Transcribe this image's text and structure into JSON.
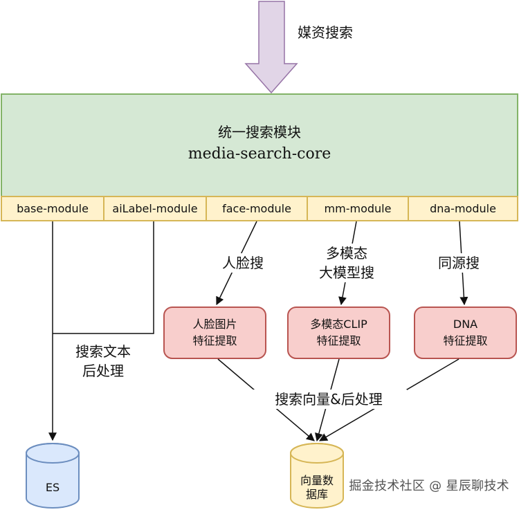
{
  "input_label": "媒资搜索",
  "core": {
    "title": "统一搜索模块",
    "subtitle": "media-search-core"
  },
  "modules": [
    "base-module",
    "aiLabel-module",
    "face-module",
    "mm-module",
    "dna-module"
  ],
  "edge_labels": {
    "face": "人脸搜",
    "mm": "多模态\n大模型搜",
    "dna": "同源搜",
    "text_post": "搜索文本\n后处理",
    "vector_post": "搜索向量&后处理"
  },
  "nodes": {
    "face_extract": "人脸图片\n特征提取",
    "clip_extract": "多模态CLIP\n特征提取",
    "dna_extract": "DNA\n特征提取"
  },
  "databases": {
    "es": "ES",
    "vector": "向量数\n据库"
  },
  "watermark": "掘金技术社区 @ 星辰聊技术",
  "colors": {
    "arrow_fill": "#E1D5E7",
    "arrow_stroke": "#9673A6",
    "core_fill": "#D5E8D4",
    "core_stroke": "#82B366",
    "module_fill": "#FFF2CC",
    "module_stroke": "#D6B656",
    "node_fill": "#F8CECC",
    "node_stroke": "#B85450",
    "db_fill": "#DAE8FC",
    "db_stroke": "#6C8EBF",
    "db2_fill": "#FFF2CC",
    "db2_stroke": "#D6B656"
  }
}
